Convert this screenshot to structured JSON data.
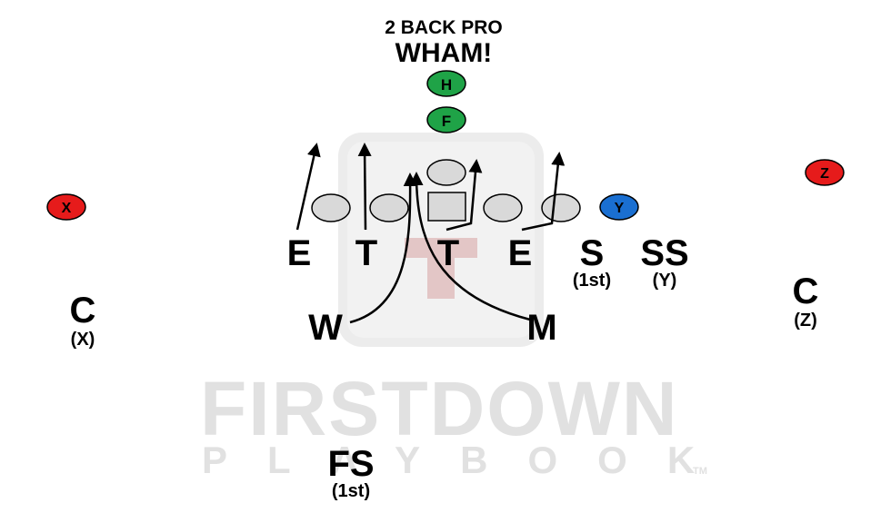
{
  "title": {
    "formation": "2 BACK PRO",
    "play": "WHAM!"
  },
  "offense": {
    "h": "H",
    "f": "F",
    "x": "X",
    "y": "Y",
    "z": "Z"
  },
  "defense": {
    "e_left": "E",
    "t_left": "T",
    "t_right": "T",
    "e_right": "E",
    "s": "S",
    "s_sub": "(1st)",
    "ss": "SS",
    "ss_sub": "(Y)",
    "c_left": "C",
    "c_left_sub": "(X)",
    "c_right": "C",
    "c_right_sub": "(Z)",
    "w": "W",
    "m": "M",
    "fs": "FS",
    "fs_sub": "(1st)"
  },
  "watermark": {
    "line1": "FIRSTDOWN",
    "line2": "PLAYBOOK",
    "tm": "TM"
  },
  "colors": {
    "red": "#e61b1b",
    "green": "#1fa347",
    "blue": "#1a6fd1",
    "lineman_fill": "#d9d9d9",
    "watermark": "#e1e1e1"
  }
}
